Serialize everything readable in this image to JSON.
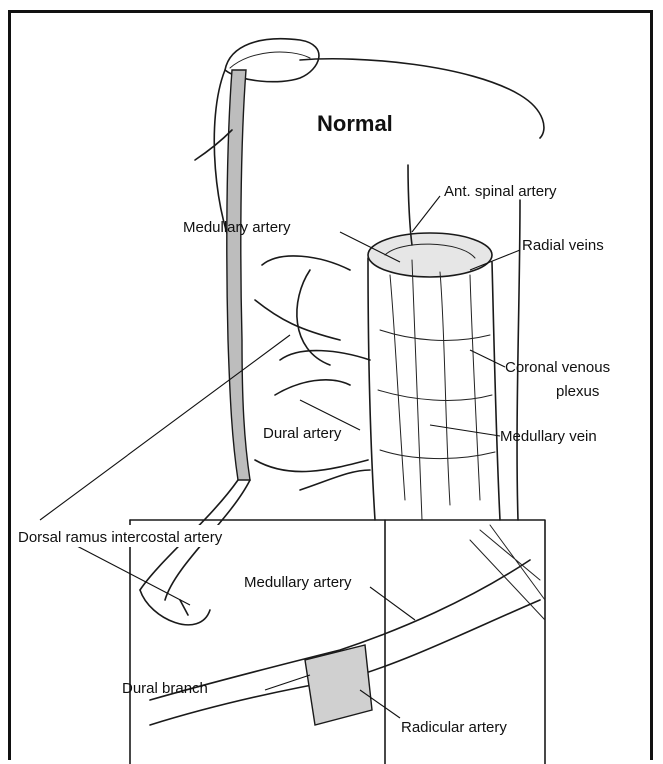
{
  "diagram": {
    "title": "Normal",
    "labels": {
      "ant_spinal_artery": "Ant. spinal artery",
      "medullary_artery_top": "Medullary artery",
      "radial_veins": "Radial veins",
      "coronal_venous_plexus_line1": "Coronal venous",
      "coronal_venous_plexus_line2": "plexus",
      "dural_artery": "Dural artery",
      "medullary_vein": "Medullary vein",
      "dorsal_ramus_intercostal_artery": "Dorsal ramus intercostal artery",
      "medullary_artery_inset": "Medullary artery",
      "dural_branch": "Dural branch",
      "radicular_artery": "Radicular artery"
    }
  }
}
